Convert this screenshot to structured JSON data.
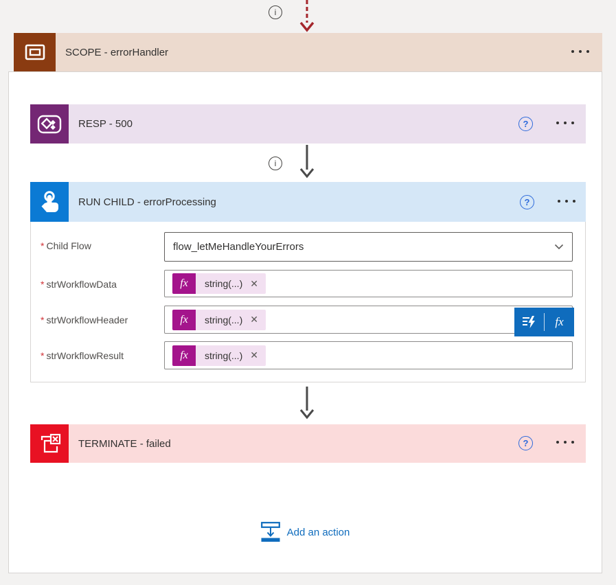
{
  "colors": {
    "page_bg": "#f3f2f1",
    "scope_icon_bg": "#8a3b11",
    "scope_header_bg": "#ecdace",
    "resp_icon_bg": "#742774",
    "resp_header_bg": "#ebe0ee",
    "run_child_icon_bg": "#0b7ad4",
    "run_child_header_bg": "#d5e7f7",
    "terminate_icon_bg": "#e81123",
    "terminate_header_bg": "#fbdbdb",
    "token_fx_bg": "#a4148c",
    "token_pill_bg": "#f2e0f1",
    "flyout_bg": "#0f6cbd",
    "help_icon_blue": "#2f6bdb",
    "link_blue": "#0f6cbd",
    "connector_red_dashed": "#a4262c",
    "connector_gray": "#4a4a4a"
  },
  "icons": {
    "info_glyph": "i",
    "help_glyph": "?",
    "close_glyph": "✕",
    "fx_glyph": "fx"
  },
  "scope": {
    "title": "SCOPE - errorHandler"
  },
  "resp": {
    "title": "RESP - 500"
  },
  "run_child": {
    "title": "RUN CHILD - errorProcessing",
    "required_marker": "*",
    "fields": {
      "child_flow": {
        "label": "Child Flow",
        "value": "flow_letMeHandleYourErrors"
      },
      "workflow_data": {
        "label": "strWorkflowData",
        "token": "string(...)"
      },
      "workflow_header": {
        "label": "strWorkflowHeader",
        "token": "string(...)"
      },
      "workflow_result": {
        "label": "strWorkflowResult",
        "token": "string(...)"
      }
    },
    "flyout": {
      "fx_label": "fx"
    }
  },
  "terminate": {
    "title": "TERMINATE - failed"
  },
  "footer": {
    "add_action_label": "Add an action"
  }
}
